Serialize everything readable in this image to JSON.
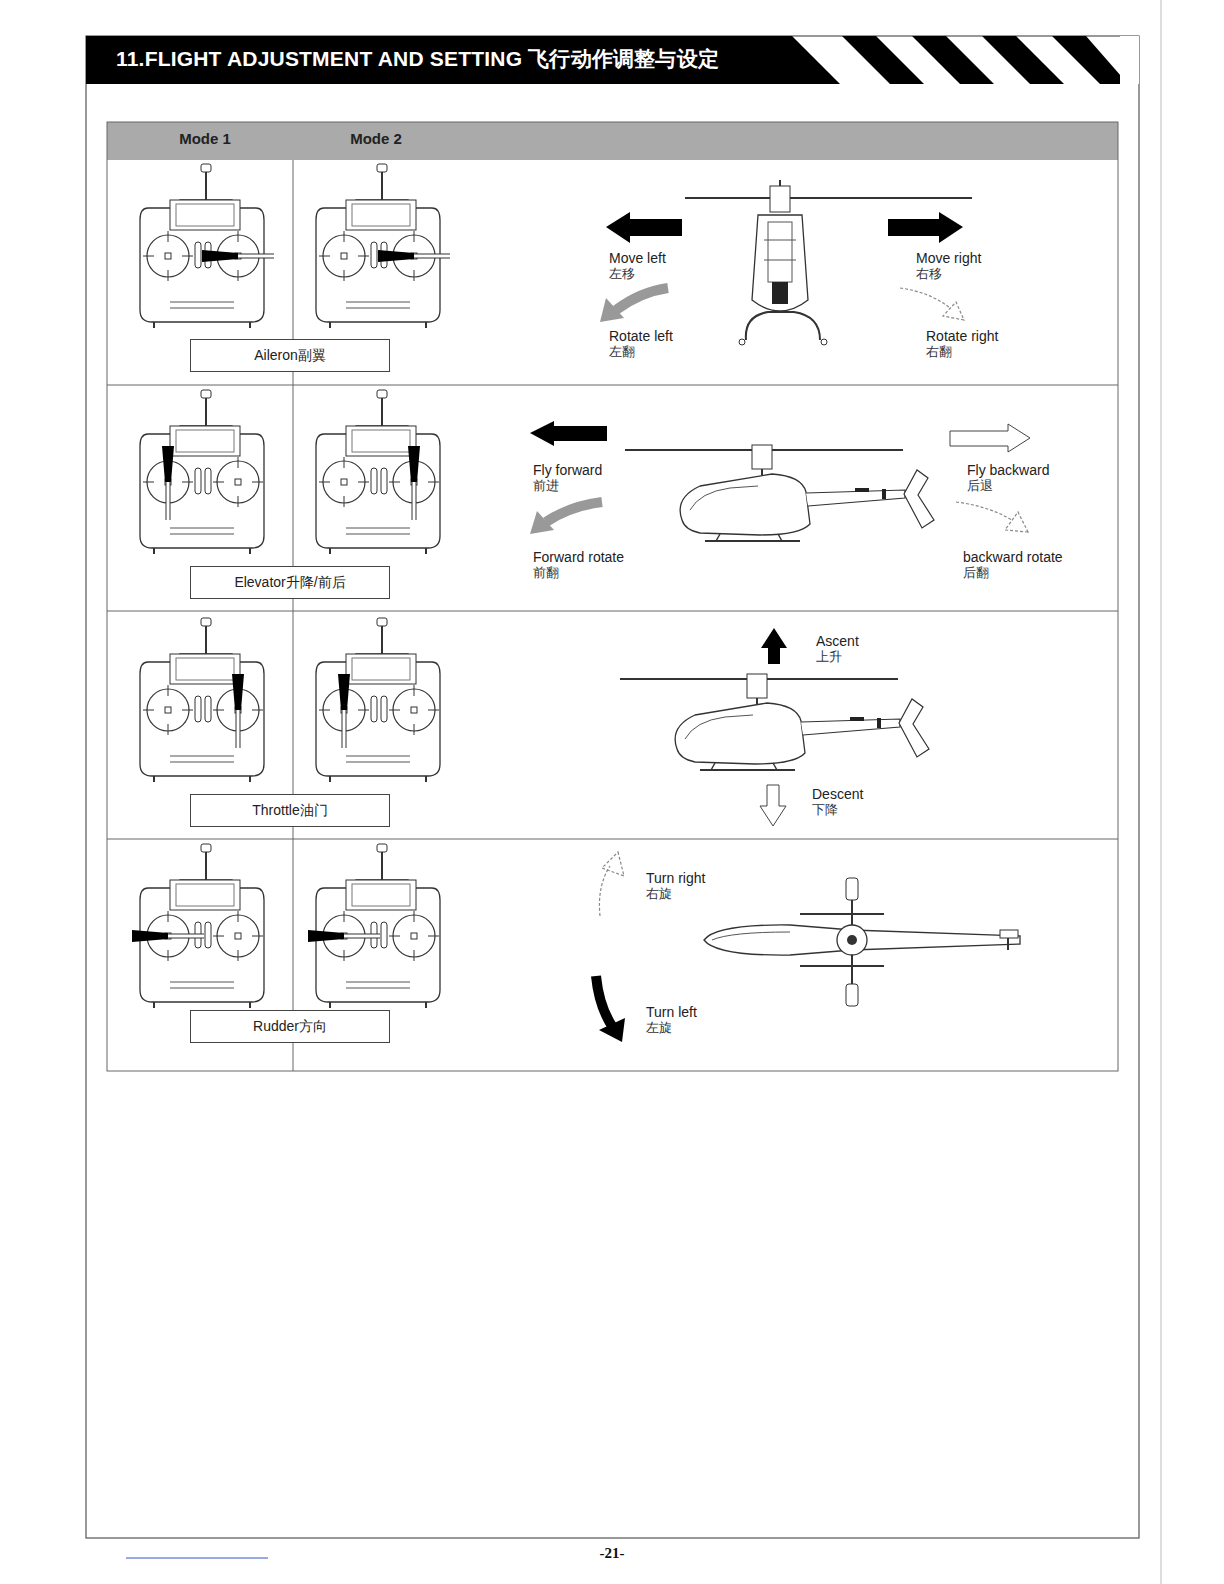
{
  "diagram": {
    "title": "11.FLIGHT ADJUSTMENT AND SETTING 飞行动作调整与设定",
    "nodes": [
      {
        "text": [
          "Aileron副翼"
        ]
      },
      {
        "text": [
          "Elevator升降/前后"
        ]
      },
      {
        "text": [
          "Throttle油门"
        ]
      },
      {
        "text": [
          "Rudder方向"
        ]
      }
    ],
    "labels": [
      "Mode 1",
      "Mode 2",
      "Move left",
      "左移",
      "Move right",
      "右移",
      "Rotate left",
      "左翻",
      "Rotate right",
      "右翻",
      "Fly forward",
      "前进",
      "Fly backward",
      "后退",
      "Forward rotate",
      "前翻",
      "backward rotate",
      "后翻",
      "Ascent",
      "上升",
      "Descent",
      "下降",
      "Turn right",
      "右旋",
      "Turn left",
      "左旋",
      "-21-"
    ]
  }
}
